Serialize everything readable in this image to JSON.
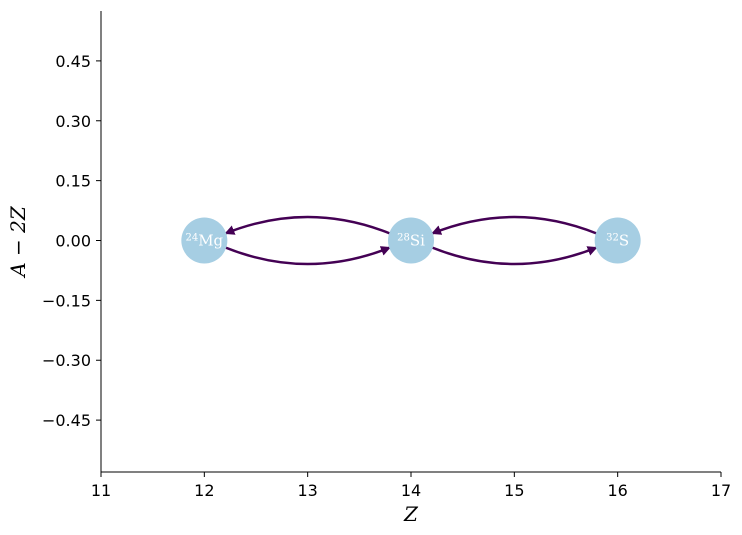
{
  "chart_data": {
    "type": "network",
    "xlabel": "Z",
    "ylabel": "A − 2Z",
    "xlim": [
      11,
      17
    ],
    "ylim": [
      -0.58,
      0.575
    ],
    "xticks": [
      "11",
      "12",
      "13",
      "14",
      "15",
      "16",
      "17"
    ],
    "yticks": [
      "−0.45",
      "−0.30",
      "−0.15",
      "0.00",
      "0.15",
      "0.30",
      "0.45"
    ],
    "ytick_values": [
      -0.45,
      -0.3,
      -0.15,
      0.0,
      0.15,
      0.3,
      0.45
    ],
    "xtick_values": [
      11,
      12,
      13,
      14,
      15,
      16,
      17
    ],
    "nodes": [
      {
        "id": "mg24",
        "mass": "24",
        "symbol": "Mg",
        "z": 12,
        "n_minus_z": 0
      },
      {
        "id": "si28",
        "mass": "28",
        "symbol": "Si",
        "z": 14,
        "n_minus_z": 0
      },
      {
        "id": "s32",
        "mass": "32",
        "symbol": "S",
        "z": 16,
        "n_minus_z": 0
      }
    ],
    "links": [
      {
        "from": "mg24",
        "to": "si28",
        "curve": "lower"
      },
      {
        "from": "si28",
        "to": "mg24",
        "curve": "upper"
      },
      {
        "from": "si28",
        "to": "s32",
        "curve": "lower"
      },
      {
        "from": "s32",
        "to": "si28",
        "curve": "upper"
      }
    ],
    "node_color": "#a6cee3",
    "link_color": "#440154",
    "grid": false
  }
}
